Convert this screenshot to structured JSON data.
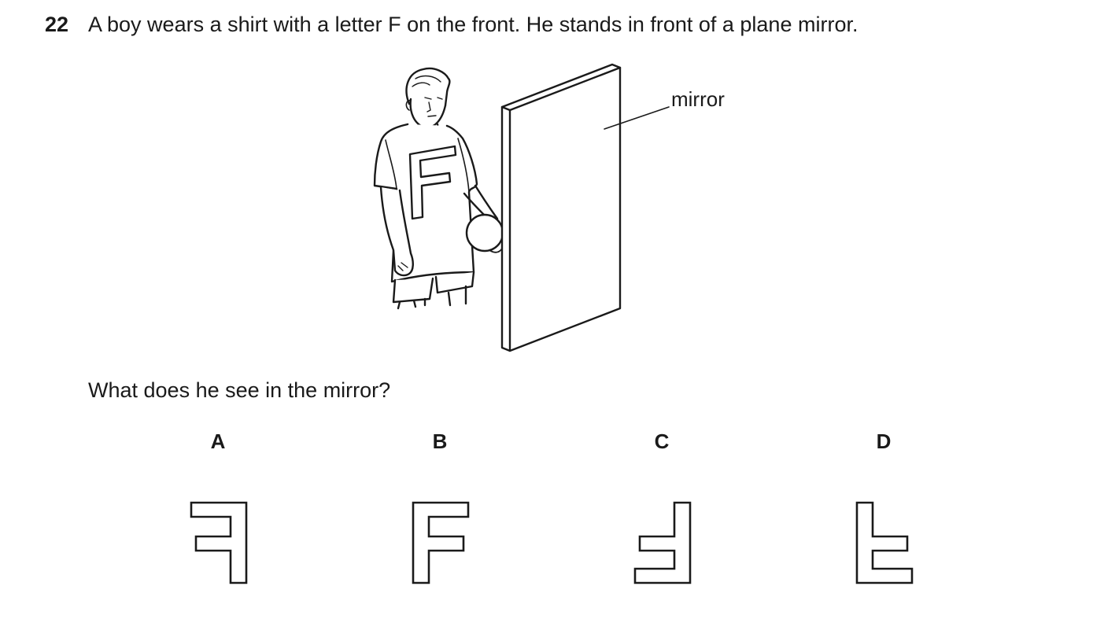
{
  "question": {
    "number": "22",
    "text": "A boy wears a shirt with a letter F on the front. He stands in front of a plane mirror.",
    "shirt_letter": "F",
    "mirror_label": "mirror",
    "prompt": "What does he see in the mirror?"
  },
  "options": [
    {
      "letter": "A",
      "orientation": "mirror-image F"
    },
    {
      "letter": "B",
      "orientation": "normal F"
    },
    {
      "letter": "C",
      "orientation": "F rotated 180 degrees"
    },
    {
      "letter": "D",
      "orientation": "upside-down F"
    }
  ]
}
